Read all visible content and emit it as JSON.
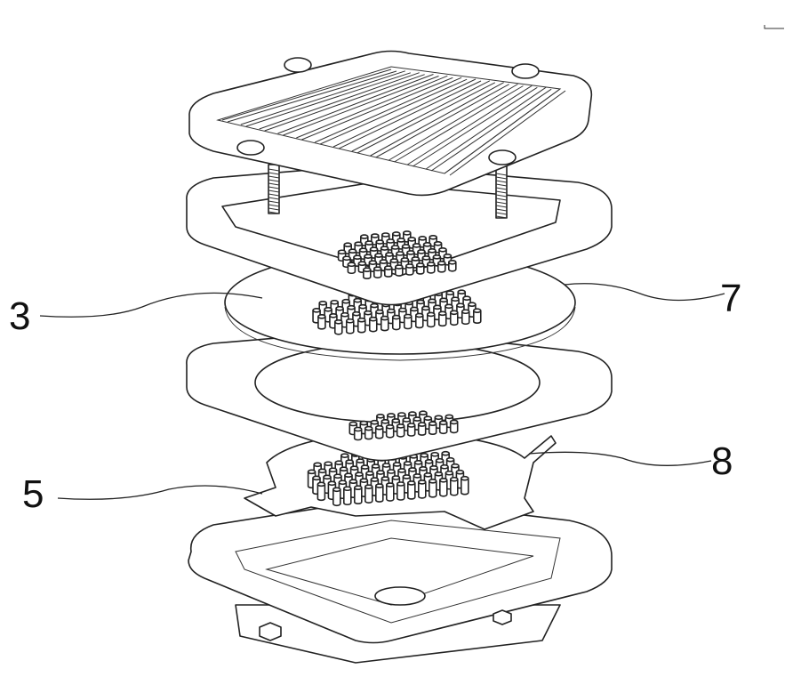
{
  "figure": {
    "labels": {
      "part_3": "3",
      "part_7": "7",
      "part_8": "8",
      "part_5": "5"
    },
    "line_color": "#222222",
    "background": "#ffffff"
  }
}
